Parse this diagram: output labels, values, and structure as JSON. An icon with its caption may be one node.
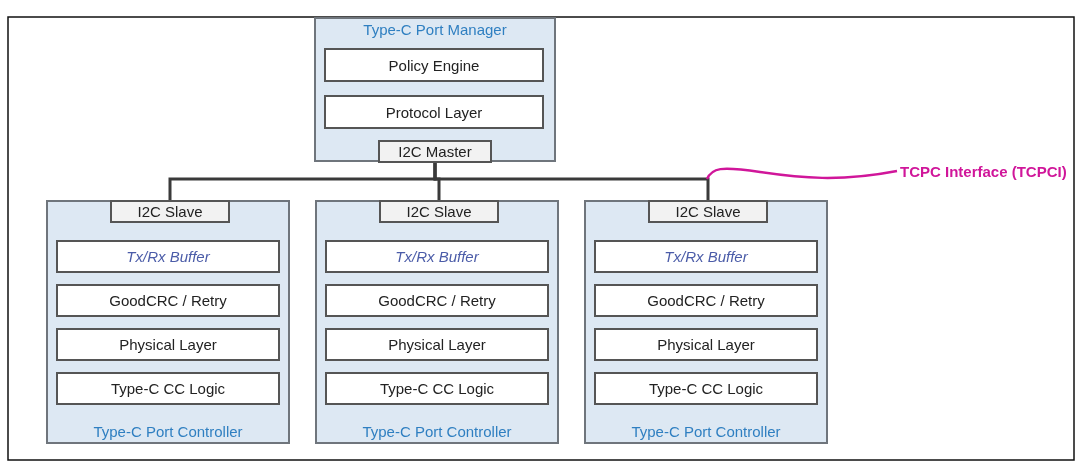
{
  "diagram": {
    "nodes": [
      {
        "text": [
          "Type-C Port Manager"
        ]
      },
      {
        "text": [
          "Policy Engine"
        ],
        "in": 0
      },
      {
        "text": [
          "Protocol Layer"
        ],
        "in": 0
      },
      {
        "text": [
          "I2C Master"
        ],
        "in": 0
      },
      {
        "text": [
          "Type-C Port Controller"
        ]
      },
      {
        "text": [
          "I2C Slave"
        ],
        "in": 4
      },
      {
        "text": [
          "Tx/Rx Buffer"
        ],
        "in": 4
      },
      {
        "text": [
          "GoodCRC / Retry"
        ],
        "in": 4
      },
      {
        "text": [
          "Physical Layer"
        ],
        "in": 4
      },
      {
        "text": [
          "Type-C CC Logic"
        ],
        "in": 4
      },
      {
        "text": [
          "Type-C Port Controller"
        ]
      },
      {
        "text": [
          "I2C Slave"
        ],
        "in": 10
      },
      {
        "text": [
          "Tx/Rx Buffer"
        ],
        "in": 10
      },
      {
        "text": [
          "GoodCRC / Retry"
        ],
        "in": 10
      },
      {
        "text": [
          "Physical Layer"
        ],
        "in": 10
      },
      {
        "text": [
          "Type-C CC Logic"
        ],
        "in": 10
      },
      {
        "text": [
          "Type-C Port Controller"
        ]
      },
      {
        "text": [
          "I2C Slave"
        ],
        "in": 16
      },
      {
        "text": [
          "Tx/Rx Buffer"
        ],
        "in": 16
      },
      {
        "text": [
          "GoodCRC / Retry"
        ],
        "in": 16
      },
      {
        "text": [
          "Physical Layer"
        ],
        "in": 16
      },
      {
        "text": [
          "Type-C CC Logic"
        ],
        "in": 16
      },
      {
        "text": [
          "TCPC Interface (TCPCI)"
        ]
      }
    ],
    "edges": [
      {
        "from": 3,
        "to": 5,
        "arrow": "none"
      },
      {
        "from": 3,
        "to": 11,
        "arrow": "none"
      },
      {
        "from": 3,
        "to": 17,
        "arrow": "none"
      },
      {
        "from": 22,
        "to": null,
        "arrow": "none",
        "color": "#d0169a"
      }
    ]
  }
}
